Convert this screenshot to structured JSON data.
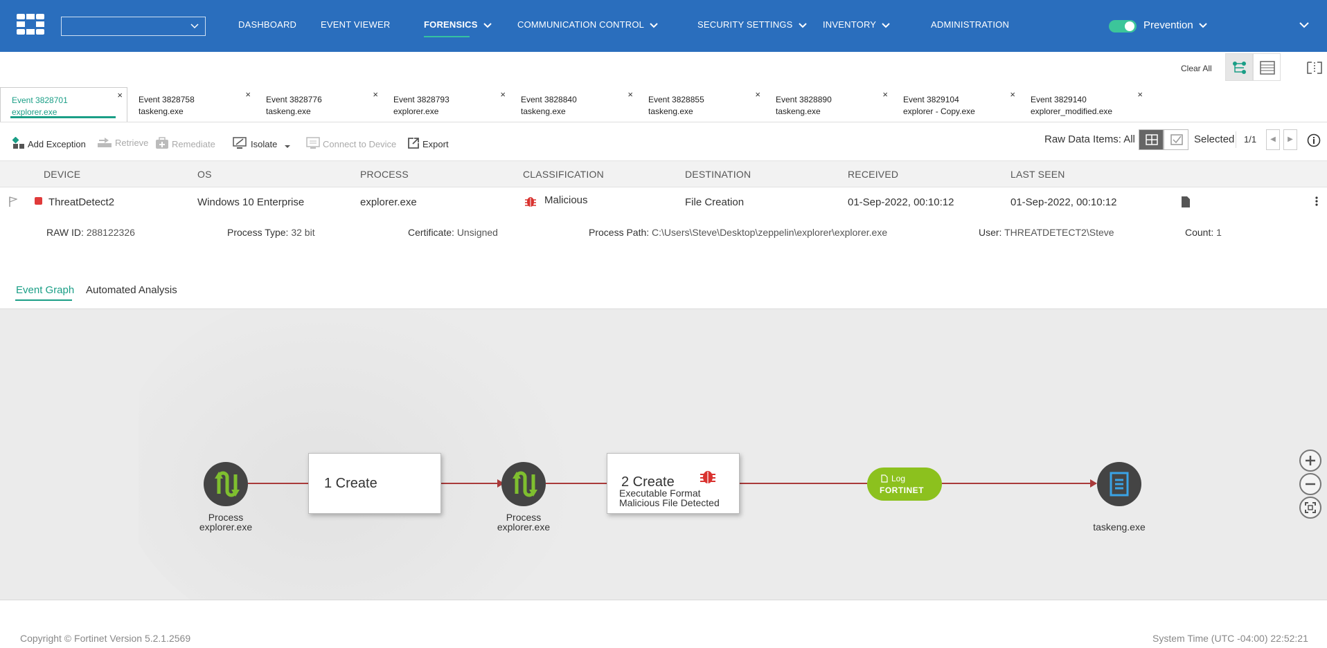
{
  "nav": {
    "org_select_value": "",
    "items": [
      {
        "label": "DASHBOARD"
      },
      {
        "label": "EVENT VIEWER"
      },
      {
        "label": "FORENSICS"
      },
      {
        "label": "COMMUNICATION CONTROL"
      },
      {
        "label": "SECURITY SETTINGS"
      },
      {
        "label": "INVENTORY"
      },
      {
        "label": "ADMINISTRATION"
      }
    ],
    "mode_label": "Prevention"
  },
  "toolbar": {
    "clear_all": "Clear All"
  },
  "tabs": [
    {
      "event": "Event 3828701",
      "process": "explorer.exe"
    },
    {
      "event": "Event 3828758",
      "process": "taskeng.exe"
    },
    {
      "event": "Event 3828776",
      "process": "taskeng.exe"
    },
    {
      "event": "Event 3828793",
      "process": "explorer.exe"
    },
    {
      "event": "Event 3828840",
      "process": "taskeng.exe"
    },
    {
      "event": "Event 3828855",
      "process": "taskeng.exe"
    },
    {
      "event": "Event 3828890",
      "process": "taskeng.exe"
    },
    {
      "event": "Event 3829104",
      "process": "explorer - Copy.exe"
    },
    {
      "event": "Event 3829140",
      "process": "explorer_modified.exe"
    }
  ],
  "actions": {
    "add_exception": "Add Exception",
    "retrieve": "Retrieve",
    "remediate": "Remediate",
    "isolate": "Isolate",
    "connect": "Connect to Device",
    "export": "Export",
    "raw_data": "Raw Data Items: All",
    "selected": "Selected",
    "pager": "1/1"
  },
  "table": {
    "headers": [
      "DEVICE",
      "OS",
      "PROCESS",
      "CLASSIFICATION",
      "DESTINATION",
      "RECEIVED",
      "LAST SEEN"
    ],
    "row": {
      "device": "ThreatDetect2",
      "os": "Windows 10 Enterprise",
      "process": "explorer.exe",
      "classification": "Malicious",
      "destination": "File Creation",
      "received": "01-Sep-2022, 00:10:12",
      "last_seen": "01-Sep-2022, 00:10:12"
    },
    "details": [
      {
        "label": "RAW ID:",
        "value": "288122326"
      },
      {
        "label": "Process Type:",
        "value": "32 bit"
      },
      {
        "label": "Certificate:",
        "value": "Unsigned"
      },
      {
        "label": "Process Path:",
        "value": "C:\\Users\\Steve\\Desktop\\zeppelin\\explorer\\explorer.exe"
      },
      {
        "label": "User:",
        "value": "THREATDETECT2\\Steve"
      },
      {
        "label": "Count:",
        "value": "1"
      }
    ]
  },
  "subtabs": [
    "Event Graph",
    "Automated Analysis"
  ],
  "graph": {
    "node1": {
      "line1": "Process",
      "line2": "explorer.exe"
    },
    "box1": {
      "title": "1 Create"
    },
    "node2": {
      "line1": "Process",
      "line2": "explorer.exe"
    },
    "box2": {
      "title": "2 Create",
      "line1": "Executable Format",
      "line2": "Malicious File Detected"
    },
    "log": {
      "label": "Log",
      "brand": "FORTINET"
    },
    "node3": {
      "label": "taskeng.exe"
    },
    "colors": {
      "edge": "#a93a3a",
      "log_pill": "#8cc11e",
      "process_icon": "#7fbf2f"
    }
  },
  "footer": {
    "copyright": "Copyright © Fortinet Version 5.2.1.2569",
    "system_time": "System Time (UTC -04:00) 22:52:21"
  }
}
